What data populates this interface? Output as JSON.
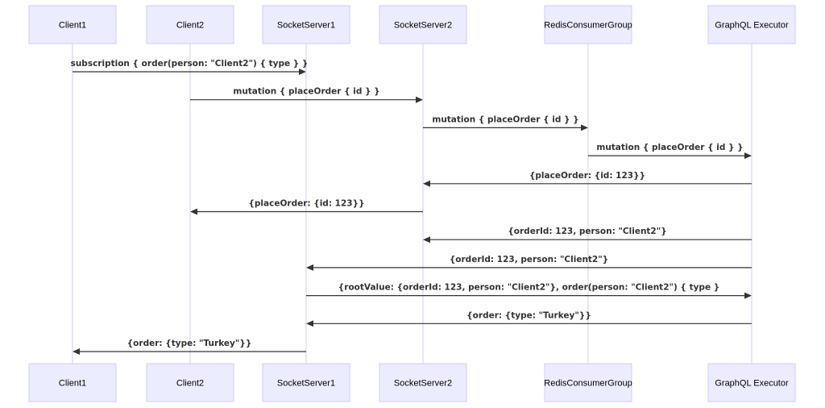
{
  "colors": {
    "actor_fill": "#ECECFF",
    "actor_stroke": "#CCCCFF",
    "lifeline": "#CCCCFF",
    "message": "#333333"
  },
  "participants": [
    {
      "id": "client1",
      "label": "Client1"
    },
    {
      "id": "client2",
      "label": "Client2"
    },
    {
      "id": "socketserver1",
      "label": "SocketServer1"
    },
    {
      "id": "socketserver2",
      "label": "SocketServer2"
    },
    {
      "id": "redisconsumergroup",
      "label": "RedisConsumerGroup"
    },
    {
      "id": "graphqlexecutor",
      "label": "GraphQL Executor"
    }
  ],
  "messages": [
    {
      "from": "client1",
      "to": "socketserver1",
      "text": "subscription { order(person: \"Client2\") { type } }"
    },
    {
      "from": "client2",
      "to": "socketserver2",
      "text": "mutation { placeOrder { id } }"
    },
    {
      "from": "socketserver2",
      "to": "redisconsumergroup",
      "text": "mutation { placeOrder { id } }"
    },
    {
      "from": "redisconsumergroup",
      "to": "graphqlexecutor",
      "text": "mutation { placeOrder { id } }"
    },
    {
      "from": "graphqlexecutor",
      "to": "socketserver2",
      "text": "{placeOrder: {id: 123}}"
    },
    {
      "from": "socketserver2",
      "to": "client2",
      "text": "{placeOrder: {id: 123}}"
    },
    {
      "from": "graphqlexecutor",
      "to": "socketserver2",
      "text": "{orderId: 123, person: \"Client2\"}"
    },
    {
      "from": "graphqlexecutor",
      "to": "socketserver1",
      "text": "{orderId: 123, person: \"Client2\"}"
    },
    {
      "from": "socketserver1",
      "to": "graphqlexecutor",
      "text": "{rootValue: {orderId: 123, person: \"Client2\"}, order(person: \"Client2\") { type }"
    },
    {
      "from": "graphqlexecutor",
      "to": "socketserver1",
      "text": "{order: {type: \"Turkey\"}}"
    },
    {
      "from": "socketserver1",
      "to": "client1",
      "text": "{order: {type: \"Turkey\"}}"
    }
  ]
}
